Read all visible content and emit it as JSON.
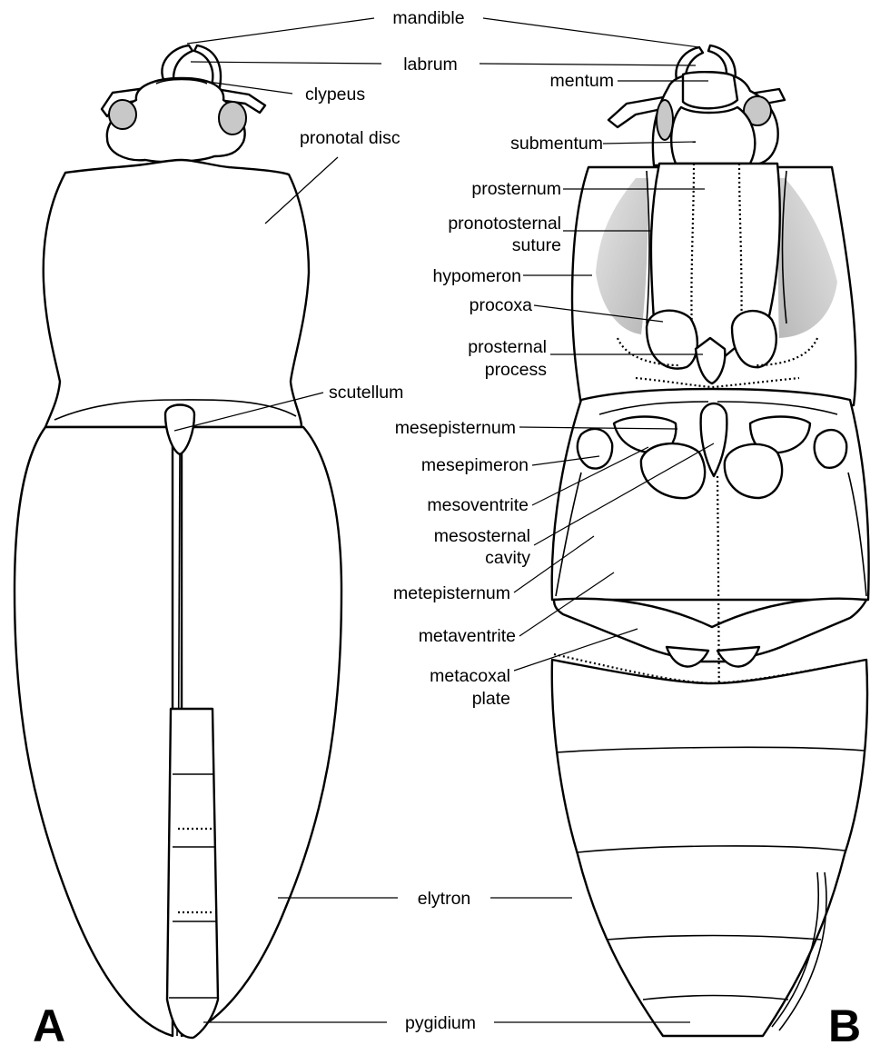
{
  "panels": {
    "left": "A",
    "right": "B"
  },
  "labels": {
    "mandible": "mandible",
    "labrum": "labrum",
    "clypeus": "clypeus",
    "pronotal_disc": "pronotal disc",
    "mentum": "mentum",
    "submentum": "submentum",
    "prosternum": "prosternum",
    "pronotosternal_1": "pronotosternal",
    "pronotosternal_2": "suture",
    "hypomeron": "hypomeron",
    "procoxa": "procoxa",
    "prosternal_process_1": "prosternal",
    "prosternal_process_2": "process",
    "scutellum": "scutellum",
    "mesepisternum": "mesepisternum",
    "mesepimeron": "mesepimeron",
    "mesoventrite": "mesoventrite",
    "mesosternal_cavity_1": "mesosternal",
    "mesosternal_cavity_2": "cavity",
    "metepisternum": "metepisternum",
    "metaventrite": "metaventrite",
    "metacoxal_plate_1": "metacoxal",
    "metacoxal_plate_2": "plate",
    "elytron": "elytron",
    "pygidium": "pygidium"
  }
}
